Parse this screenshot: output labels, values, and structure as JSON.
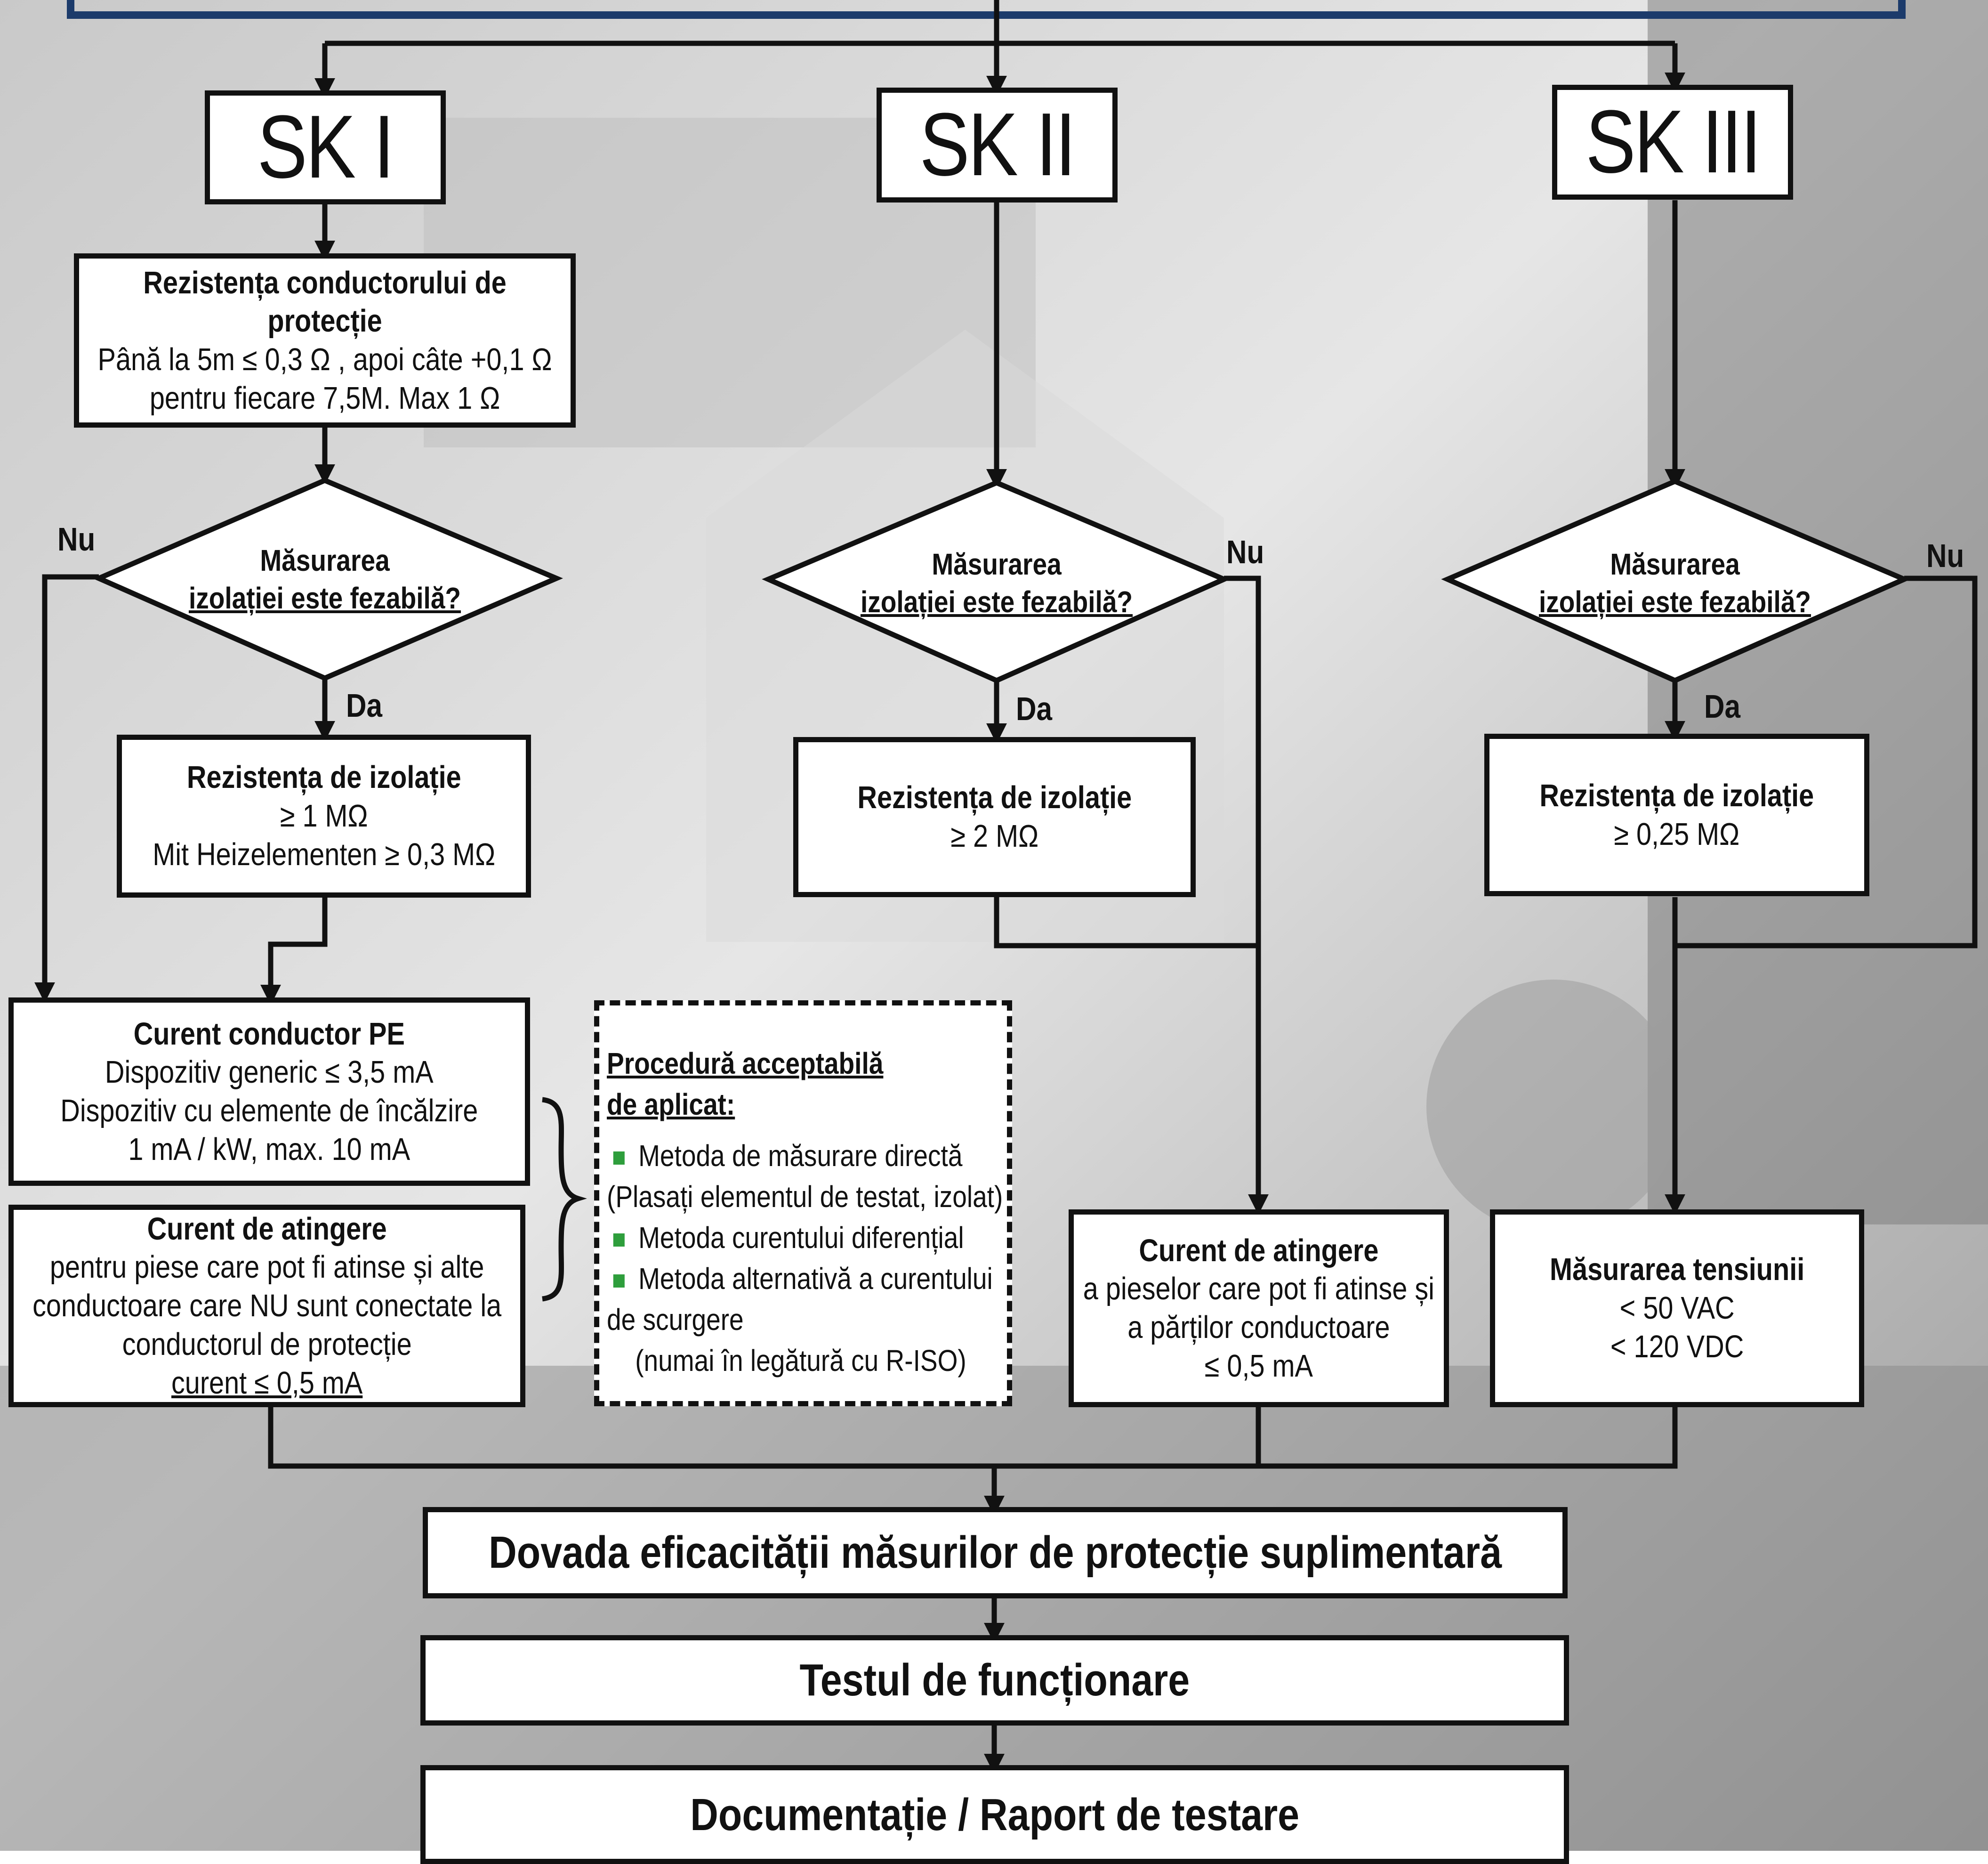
{
  "sk1": {
    "title": "SK I"
  },
  "sk2": {
    "title": "SK II"
  },
  "sk3": {
    "title": "SK III"
  },
  "sk1_pe": {
    "title": "Rezistența conductorului de",
    "title2": "protecție",
    "line1": "Până la 5m ≤ 0,3 Ω , apoi câte +0,1 Ω",
    "line2": "pentru fiecare 7,5M. Max 1 Ω"
  },
  "decision": {
    "line1": "Măsurarea",
    "line2": "izolației este fezabilă?"
  },
  "labels": {
    "no": "Nu",
    "yes": "Da"
  },
  "sk1_iso": {
    "title": "Rezistența de izolație",
    "line1": "≥ 1 MΩ",
    "line2": "Mit Heizelementen ≥ 0,3 MΩ"
  },
  "sk2_iso": {
    "title": "Rezistența de izolație",
    "line1": "≥ 2 MΩ"
  },
  "sk3_iso": {
    "title": "Rezistența de izolație",
    "line1": "≥ 0,25 MΩ"
  },
  "pe_current": {
    "title": "Curent conductor PE",
    "line1": "Dispozitiv generic ≤ 3,5 mA",
    "line2": "Dispozitiv cu elemente de încălzire",
    "line3": "1 mA / kW, max. 10 mA"
  },
  "touch_sk1": {
    "title": "Curent de atingere",
    "line1": "pentru piese care pot fi atinse și alte",
    "line2": "conductoare care NU sunt conectate la",
    "line3": "conductorul de protecție",
    "line4": "curent ≤ 0,5 mA"
  },
  "procedure": {
    "head1": "Procedură acceptabilă",
    "head2": "de aplicat:",
    "item1": "Metoda de măsurare directă",
    "item1b": "(Plasați elementul de testat, izolat)",
    "item2": "Metoda curentului diferențial",
    "item3": "Metoda alternativă a curentului",
    "item3b": "de scurgere",
    "item3c": "(numai în legătură cu R-ISO)"
  },
  "touch_sk2": {
    "title": "Curent de atingere",
    "line1": "a pieselor care pot fi atinse și",
    "line2": "a părților conductoare",
    "line3": "≤ 0,5 mA"
  },
  "voltage": {
    "title": "Măsurarea tensiunii",
    "line1": "< 50 VAC",
    "line2": "< 120 VDC"
  },
  "final": {
    "step1": "Dovada eficacității măsurilor de protecție suplimentară",
    "step2": "Testul de funcționare",
    "step3": "Documentație / Raport de testare"
  },
  "colors": {
    "line": "#111111",
    "accent": "#2e9e3c",
    "top_bar": "#1c3b6b"
  }
}
